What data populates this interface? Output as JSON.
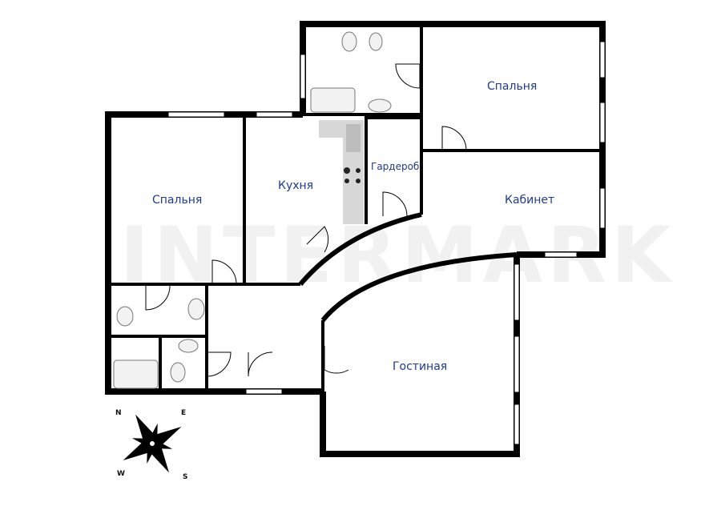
{
  "watermark": "INTERMARK",
  "rooms": {
    "bedroom_left": "Спальня",
    "kitchen": "Кухня",
    "wardrobe": "Гардероб",
    "bedroom_right": "Спальня",
    "study": "Кабинет",
    "living_room": "Гостиная"
  },
  "compass": {
    "n": "N",
    "e": "E",
    "s": "S",
    "w": "W"
  }
}
